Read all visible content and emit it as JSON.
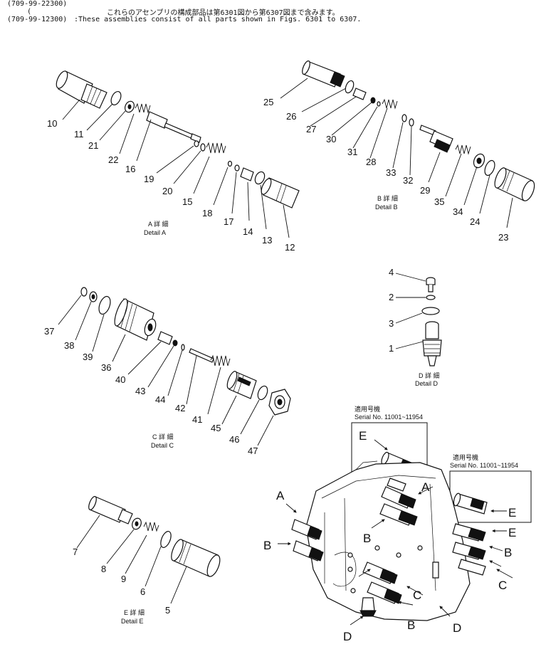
{
  "header": {
    "line1": "(709-99-22300)",
    "line2": "(",
    "line3_code": "(709-99-12300)",
    "jp_note": "これらのアセンブリの構成部品は第6301図から第6307図まで含みます。",
    "en_note": ":These assemblies consist of all parts shown in Figs. 6301 to 6307."
  },
  "details": {
    "a": {
      "jp": "A 詳 細",
      "en": "Detail A"
    },
    "b": {
      "jp": "B 詳 細",
      "en": "Detail B"
    },
    "c": {
      "jp": "C 詳 細",
      "en": "Detail C"
    },
    "d": {
      "jp": "D 詳 細",
      "en": "Detail D"
    },
    "e": {
      "jp": "E 詳 細",
      "en": "Detail E"
    }
  },
  "serial_box_1": {
    "jp": "適用号機",
    "en": "Serial  No. 11001~11954"
  },
  "serial_box_2": {
    "jp": "適用号機",
    "en": "Serial  No. 11001~11954"
  },
  "callouts": {
    "p1": "1",
    "p2": "2",
    "p3": "3",
    "p4": "4",
    "p5": "5",
    "p6": "6",
    "p7": "7",
    "p8": "8",
    "p9": "9",
    "p10": "10",
    "p11": "11",
    "p12": "12",
    "p13": "13",
    "p14": "14",
    "p15": "15",
    "p16": "16",
    "p17": "17",
    "p18": "18",
    "p19": "19",
    "p20": "20",
    "p21": "21",
    "p22": "22",
    "p23": "23",
    "p24": "24",
    "p25": "25",
    "p26": "26",
    "p27": "27",
    "p28": "28",
    "p29": "29",
    "p30": "30",
    "p31": "31",
    "p32": "32",
    "p33": "33",
    "p34": "34",
    "p35": "35",
    "p36": "36",
    "p37": "37",
    "p38": "38",
    "p39": "39",
    "p40": "40",
    "p41": "41",
    "p42": "42",
    "p43": "43",
    "p44": "44",
    "p45": "45",
    "p46": "46",
    "p47": "47"
  },
  "arrows": {
    "a1": "A",
    "a2": "A",
    "b1": "B",
    "b2": "B",
    "b3": "B",
    "b4": "B",
    "c1": "C",
    "c2": "C",
    "d1": "D",
    "d2": "D",
    "e1": "E",
    "e2": "E",
    "e3": "E"
  }
}
